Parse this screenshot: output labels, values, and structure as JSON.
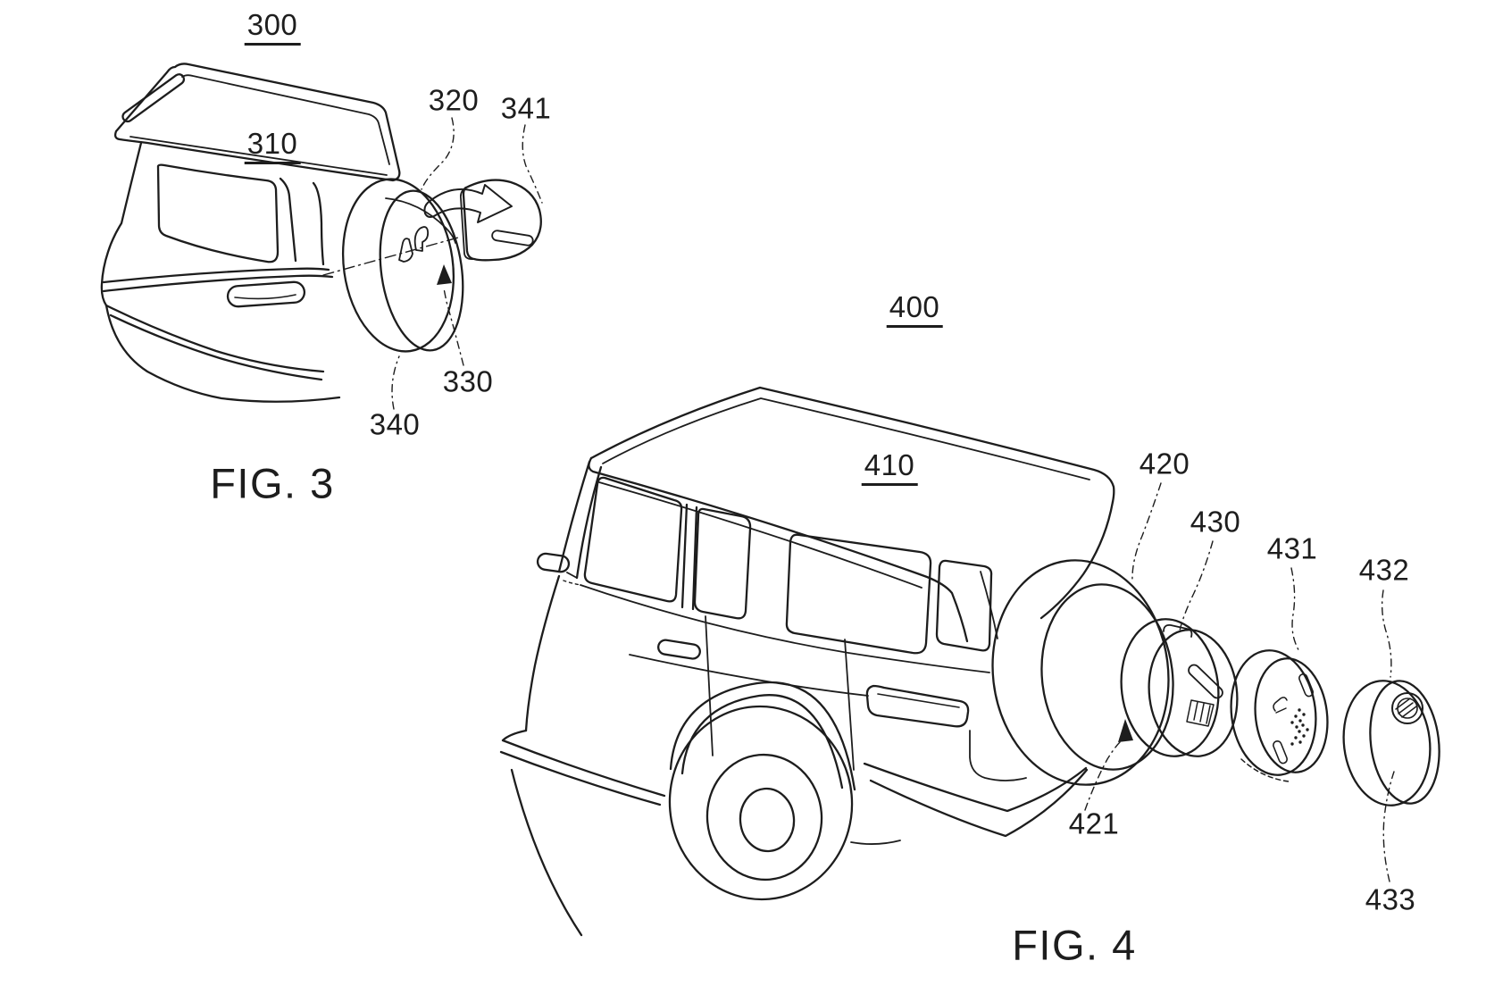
{
  "sheet": {
    "background_color": "#ffffff",
    "line_color": "#1d1d1d"
  },
  "figures": [
    {
      "caption": "FIG. 3",
      "labels": [
        {
          "text": "300",
          "underlined": true
        },
        {
          "text": "310",
          "underlined": true
        },
        {
          "text": "320",
          "underlined": false
        },
        {
          "text": "341",
          "underlined": false
        },
        {
          "text": "330",
          "underlined": false
        },
        {
          "text": "340",
          "underlined": false
        }
      ]
    },
    {
      "caption": "FIG. 4",
      "labels": [
        {
          "text": "400",
          "underlined": true
        },
        {
          "text": "410",
          "underlined": true
        },
        {
          "text": "420",
          "underlined": false
        },
        {
          "text": "430",
          "underlined": false
        },
        {
          "text": "431",
          "underlined": false
        },
        {
          "text": "432",
          "underlined": false
        },
        {
          "text": "421",
          "underlined": false
        },
        {
          "text": "433",
          "underlined": false
        }
      ]
    }
  ]
}
